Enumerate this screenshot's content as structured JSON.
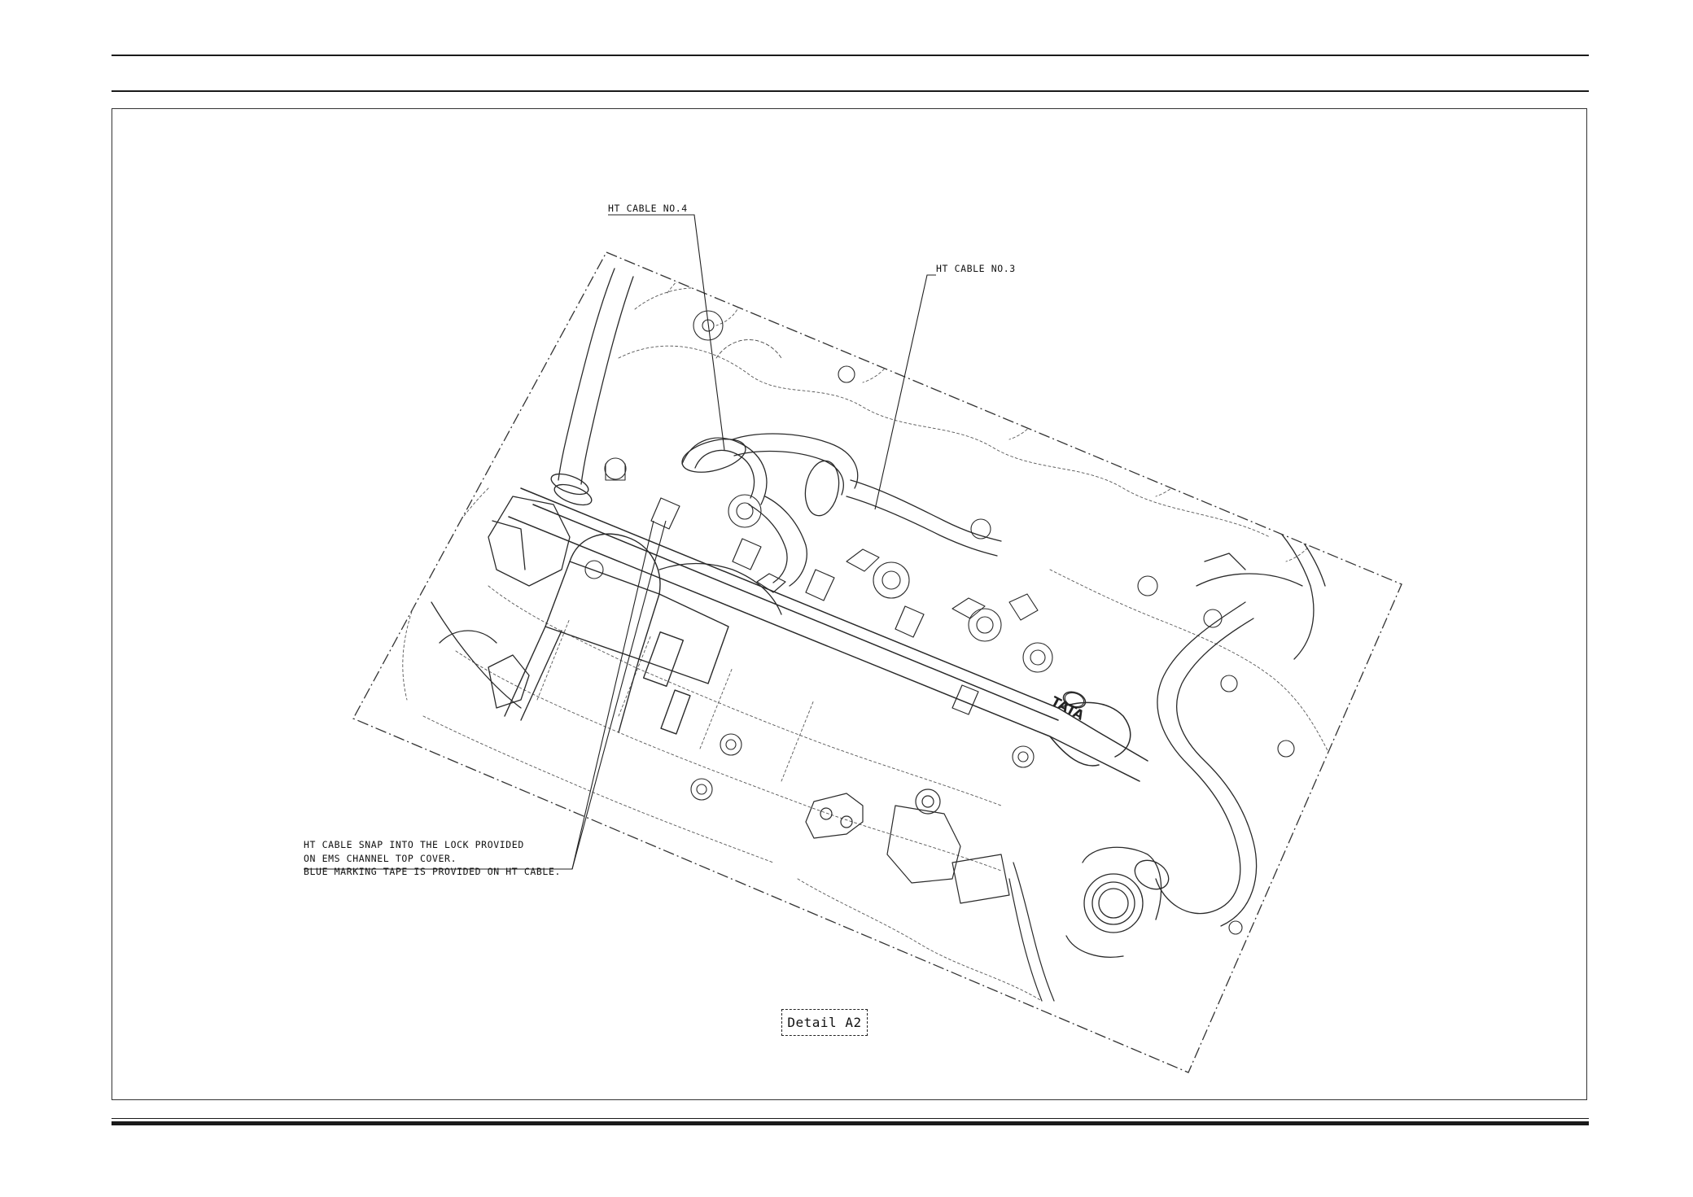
{
  "callouts": {
    "ht_cable_4": "HT CABLE NO.4",
    "ht_cable_3": "HT CABLE NO.3",
    "note_line_1": "HT CABLE SNAP INTO THE LOCK PROVIDED",
    "note_line_2": "ON EMS CHANNEL TOP COVER.",
    "note_line_3": "BLUE MARKING TAPE IS PROVIDED  ON HT CABLE."
  },
  "detail_label": "Detail A2",
  "logo_text": "TATA"
}
